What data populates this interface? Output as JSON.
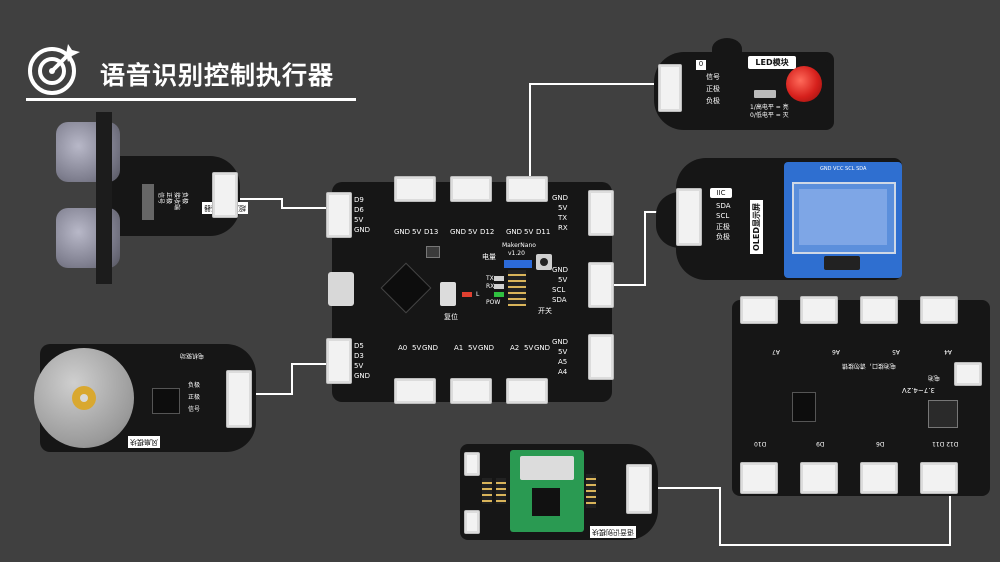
{
  "title": "语音识别控制执行器",
  "main_board": {
    "name": "MakerNano",
    "version": "v1.20",
    "top_pins": [
      "GND",
      "5V",
      "D13",
      "GND",
      "5V",
      "D12",
      "GND",
      "5V",
      "D11"
    ],
    "left_pins_top": [
      "D9",
      "D6",
      "5V",
      "GND"
    ],
    "left_pins_bottom": [
      "D5",
      "D3",
      "5V",
      "GND"
    ],
    "right_pins_top": [
      "GND",
      "5V",
      "TX",
      "RX"
    ],
    "right_pins_mid": [
      "GND",
      "5V",
      "SCL",
      "SDA"
    ],
    "right_pins_bottom": [
      "GND",
      "5V",
      "A5",
      "A4"
    ],
    "bottom_pins": [
      "A0",
      "5V",
      "GND",
      "A1",
      "5V",
      "GND",
      "A2",
      "5V",
      "GND"
    ],
    "power_label": "电量",
    "reset_label": "复位",
    "switch_label": "开关",
    "leds": [
      "TX",
      "RX",
      "L",
      "POW"
    ]
  },
  "led_module": {
    "title": "LED模块",
    "pin_no": "0",
    "pins": [
      "信号",
      "正极",
      "负极"
    ],
    "note1": "1/高电平 = 亮",
    "note2": "0/低电平 = 灭"
  },
  "oled_module": {
    "title": "OLED显示屏",
    "iface": "IIC",
    "pins": [
      "SDA",
      "SCL",
      "正极",
      "负极"
    ],
    "screen_pins": "GND VCC SCL SDA"
  },
  "ultrasonic_module": {
    "title": "超声波传感器",
    "pins": [
      "信号",
      "正极",
      "接收端",
      "负极"
    ]
  },
  "fan_module": {
    "title": "风扇模块",
    "pins": [
      "负极",
      "正极",
      "信号"
    ],
    "sub": "电机驱动"
  },
  "voice_module": {
    "title": "语音识别模块"
  },
  "expansion_board": {
    "label_a": "电池",
    "voltage": "3.7~4.2V",
    "pins_top": [
      "A7",
      "A6",
      "A5",
      "A4"
    ],
    "pins_bottom": [
      "D10",
      "D9",
      "D6",
      "D12 D11"
    ],
    "note": "电池接口，请勿接错"
  },
  "colors": {
    "background": "#404040",
    "pcb": "#161616",
    "wire": "#ffffff",
    "oled_blue": "#2f6fd0",
    "led_red": "#d6201c"
  }
}
